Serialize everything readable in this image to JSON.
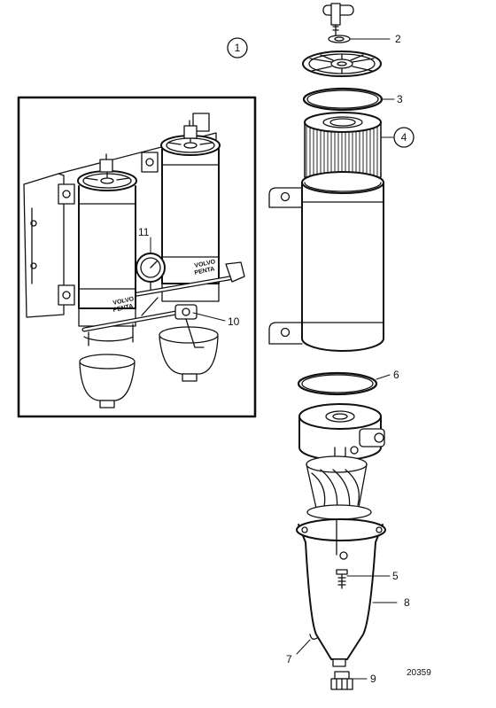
{
  "diagram": {
    "callouts": [
      "1",
      "2",
      "3",
      "4",
      "5",
      "6",
      "7",
      "8",
      "9",
      "10",
      "11"
    ],
    "ref_number": "20359",
    "brand": [
      "VOLVO",
      "PENTA"
    ]
  }
}
